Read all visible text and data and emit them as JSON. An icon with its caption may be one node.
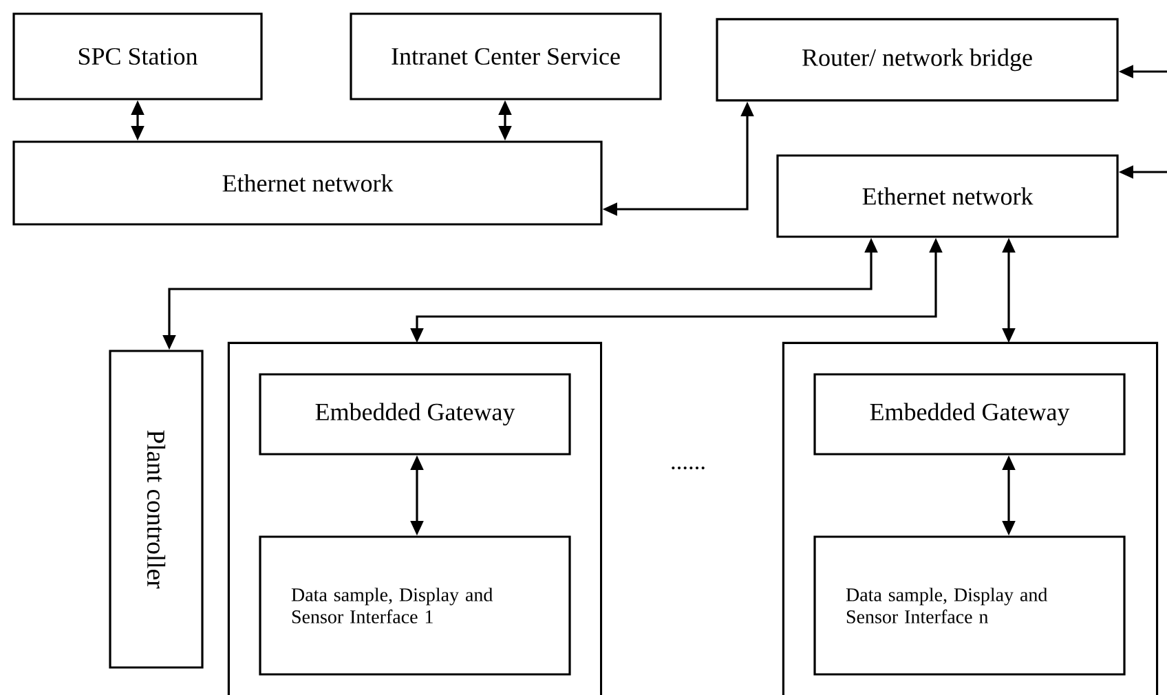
{
  "diagram": {
    "nodes": [
      {
        "text": [
          "SPC Station"
        ]
      },
      {
        "text": [
          "Intranet Center Service"
        ]
      },
      {
        "text": [
          "Router/ network bridge"
        ]
      },
      {
        "text": [
          "Ethernet network"
        ]
      },
      {
        "text": [
          "Ethernet network"
        ]
      },
      {
        "text": [
          "Plant controller"
        ]
      },
      {
        "text": [],
        "shape": "box"
      },
      {
        "text": [
          "Embedded Gateway"
        ],
        "in": 6
      },
      {
        "text": [
          "Data sample, Display and Sensor Interface 1"
        ],
        "in": 6
      },
      {
        "text": [],
        "shape": "box"
      },
      {
        "text": [
          "Embedded Gateway"
        ],
        "in": 9
      },
      {
        "text": [
          "Data sample, Display and Sensor Interface n"
        ],
        "in": 9
      }
    ],
    "edges": [
      {
        "from": 0,
        "to": 3,
        "arrow": "both"
      },
      {
        "from": 1,
        "to": 3,
        "arrow": "both"
      },
      {
        "from": 3,
        "to": 2,
        "arrow": "both"
      },
      {
        "from": null,
        "to": 2,
        "arrow": "to"
      },
      {
        "from": null,
        "to": 4,
        "arrow": "to"
      },
      {
        "from": 4,
        "to": 5,
        "arrow": "both"
      },
      {
        "from": 4,
        "to": 6,
        "arrow": "both"
      },
      {
        "from": 4,
        "to": 9,
        "arrow": "both"
      },
      {
        "from": 7,
        "to": 8,
        "arrow": "both"
      },
      {
        "from": 10,
        "to": 11,
        "arrow": "both"
      }
    ],
    "labels": [
      "......"
    ]
  }
}
